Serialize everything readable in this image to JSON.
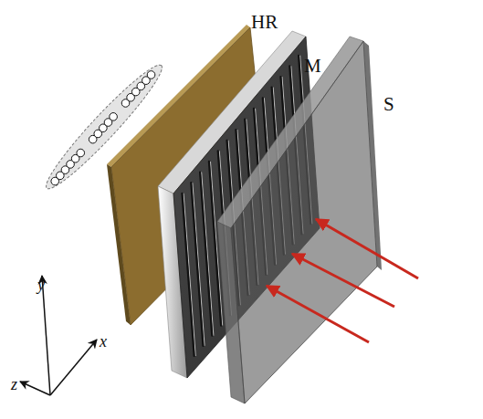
{
  "diagram": {
    "labels": [
      "HR",
      "M",
      "S",
      "y",
      "x",
      "z"
    ]
  }
}
